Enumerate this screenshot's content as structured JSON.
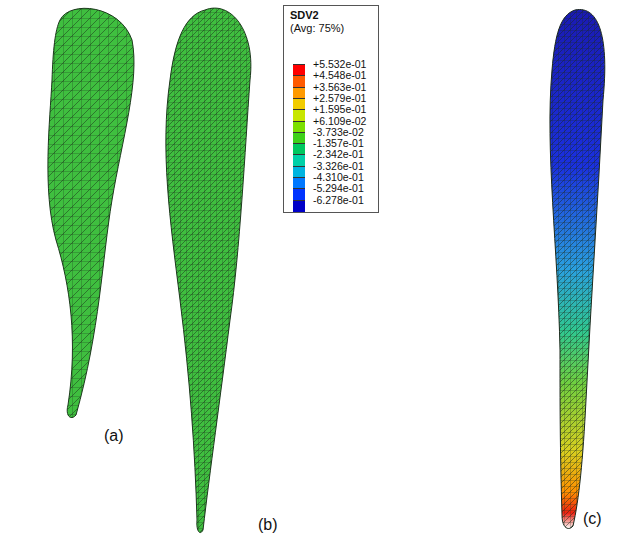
{
  "diagram": {
    "labels": [
      "SDV2",
      "(Avg: 75%)",
      "(a)",
      "(b)",
      "(c)"
    ],
    "legend": [
      {
        "text": "+5.532e-01",
        "color": "#ff0000"
      },
      {
        "text": "+4.548e-01",
        "color": "#ff5a00"
      },
      {
        "text": "+3.563e-01",
        "color": "#ff9a00"
      },
      {
        "text": "+2.579e-01",
        "color": "#f2cc00"
      },
      {
        "text": "+1.595e-01",
        "color": "#c8e600"
      },
      {
        "text": "+6.109e-02",
        "color": "#7ce000"
      },
      {
        "text": "-3.733e-02",
        "color": "#3ed11a"
      },
      {
        "text": "-1.357e-01",
        "color": "#00c860"
      },
      {
        "text": "-2.342e-01",
        "color": "#00d0a8"
      },
      {
        "text": "-3.326e-01",
        "color": "#00b4e0"
      },
      {
        "text": "-4.310e-01",
        "color": "#0078ff"
      },
      {
        "text": "-5.294e-01",
        "color": "#0034ff"
      },
      {
        "text": "-6.278e-01",
        "color": "#0000c8"
      }
    ]
  }
}
